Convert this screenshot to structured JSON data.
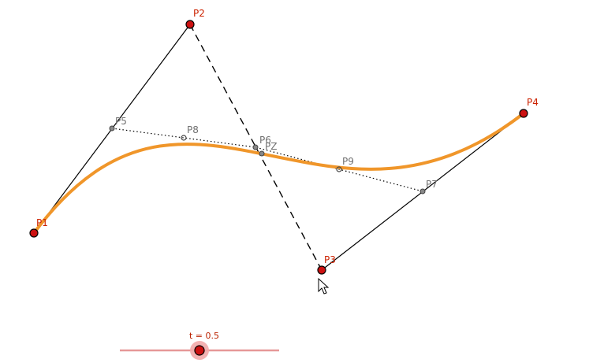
{
  "colors": {
    "control_point": "#cc1111",
    "control_label": "#cc2200",
    "aux_point": "#555555",
    "aux_label": "#707070",
    "curve": "#f0962a",
    "control_polygon": "#000000",
    "slider_track": "#e69898",
    "slider_knob_halo": "#f2aaaa",
    "slider_knob": "#cc1111",
    "slider_label": "#bb2200"
  },
  "points": {
    "P1": {
      "label": "P1"
    },
    "P2": {
      "label": "P2"
    },
    "P3": {
      "label": "P3"
    },
    "P4": {
      "label": "P4"
    },
    "P5": {
      "label": "P5"
    },
    "P6": {
      "label": "P6"
    },
    "P7": {
      "label": "P7"
    },
    "P8": {
      "label": "P8"
    },
    "P9": {
      "label": "P9"
    },
    "PZ": {
      "label": "PZ"
    }
  },
  "slider": {
    "label": "t = 0.5",
    "value": 0.5
  },
  "cursor_icon": "mouse-pointer-icon"
}
